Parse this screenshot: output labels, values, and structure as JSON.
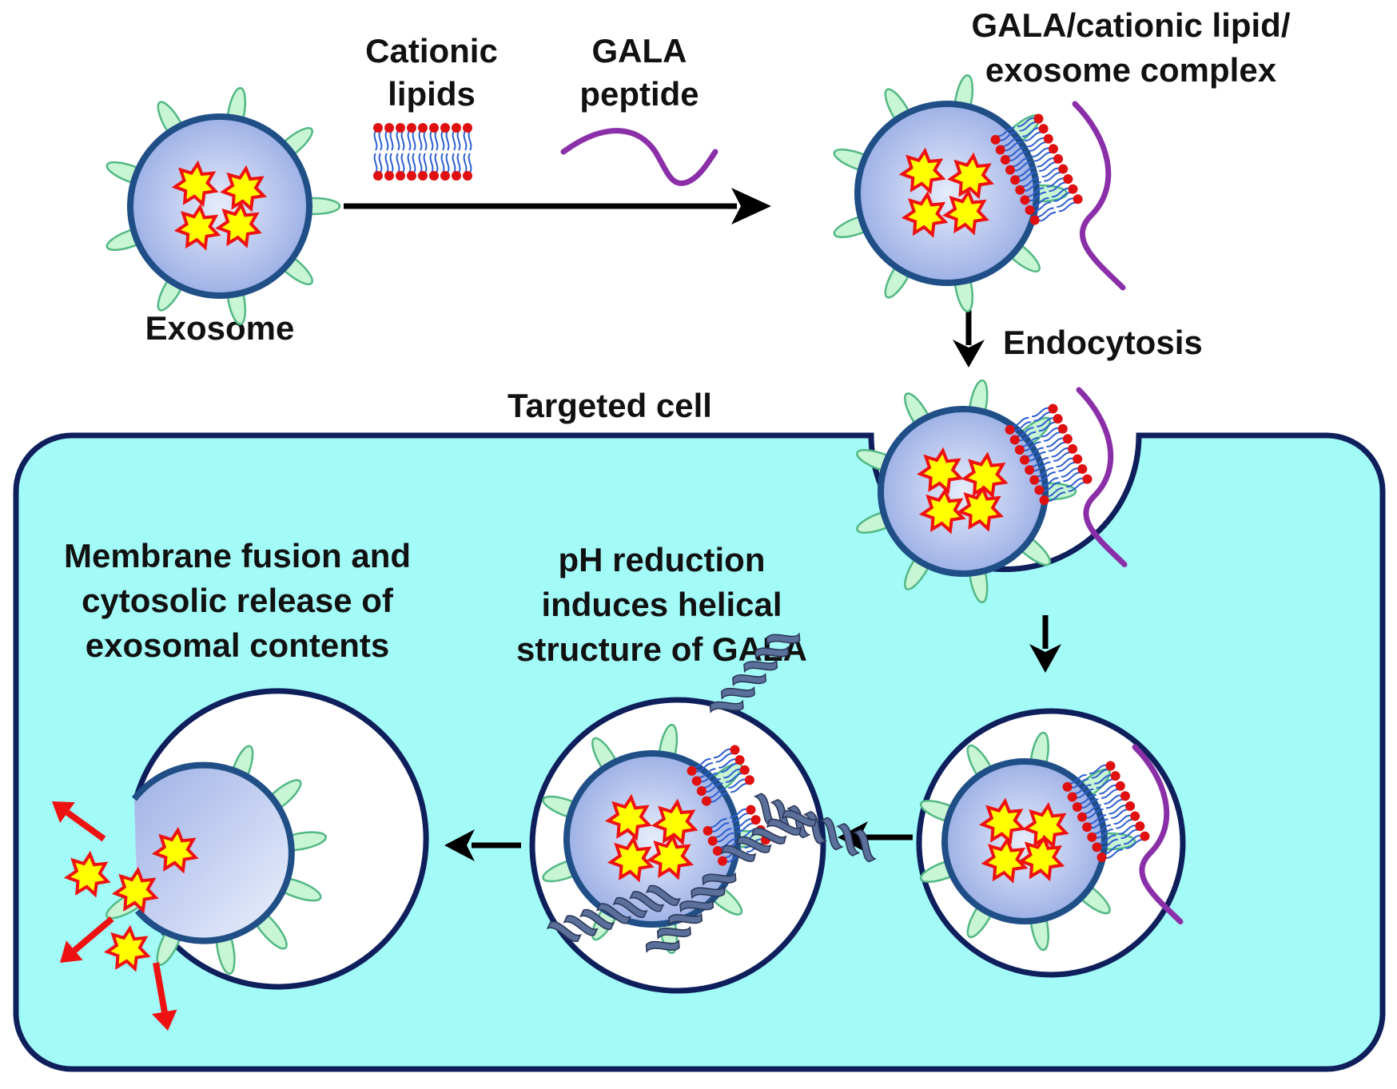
{
  "labels": {
    "cationic_lipids": [
      "Cationic",
      "lipids"
    ],
    "gala_peptide": [
      "GALA",
      "peptide"
    ],
    "complex": [
      "GALA/cationic lipid/",
      "exosome complex"
    ],
    "exosome": "Exosome",
    "endocytosis": "Endocytosis",
    "targeted_cell": "Targeted cell",
    "ph_reduction": [
      "pH reduction",
      "induces helical",
      "structure of GALA"
    ],
    "fusion": [
      "Membrane fusion and",
      "cytosolic release of",
      "exosomal contents"
    ]
  },
  "colors": {
    "cell_fill": "#a3fbf8",
    "cell_border": "#0e1f5c",
    "exosome_fill": "#b9c6ee",
    "exosome_border": "#1f4f86",
    "protein_fill": "#c8f5d4",
    "protein_border": "#52b884",
    "cargo_fill": "#ffff00",
    "cargo_border": "#ee1111",
    "lipid_head": "#e01010",
    "lipid_tail": "#2d5ecf",
    "gala_peptide": "#8a2fa8",
    "helix": "#5a6f99",
    "release_arrow": "#ee1111",
    "arrow": "#000000"
  }
}
